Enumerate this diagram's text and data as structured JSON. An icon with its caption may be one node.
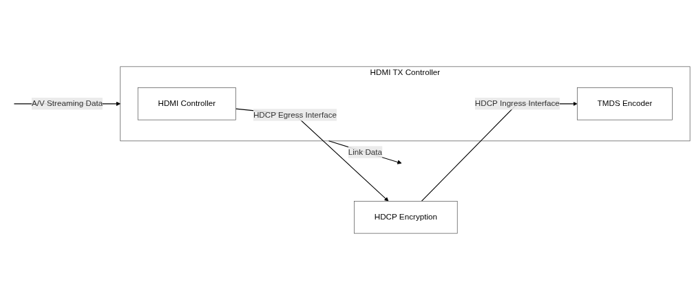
{
  "diagram": {
    "nodes": [
      {
        "text": [
          "HDMI TX Controller"
        ]
      },
      {
        "text": [
          "HDMI Controller"
        ],
        "in": 0
      },
      {
        "text": [
          "TMDS Encoder"
        ],
        "in": 0
      },
      {
        "text": [
          "HDCP Encryption"
        ]
      }
    ],
    "edges": [
      {
        "from": null,
        "to": 0,
        "arrow": "to",
        "label": "A/V Streaming Data"
      },
      {
        "from": 1,
        "to": 3,
        "arrow": "to",
        "label": "HDCP Egress Interface"
      },
      {
        "from": 3,
        "to": 2,
        "arrow": "to",
        "label": "HDCP Ingress Interface"
      },
      {
        "from": 0,
        "to": null,
        "arrow": "to",
        "label": "Link Data"
      }
    ]
  }
}
